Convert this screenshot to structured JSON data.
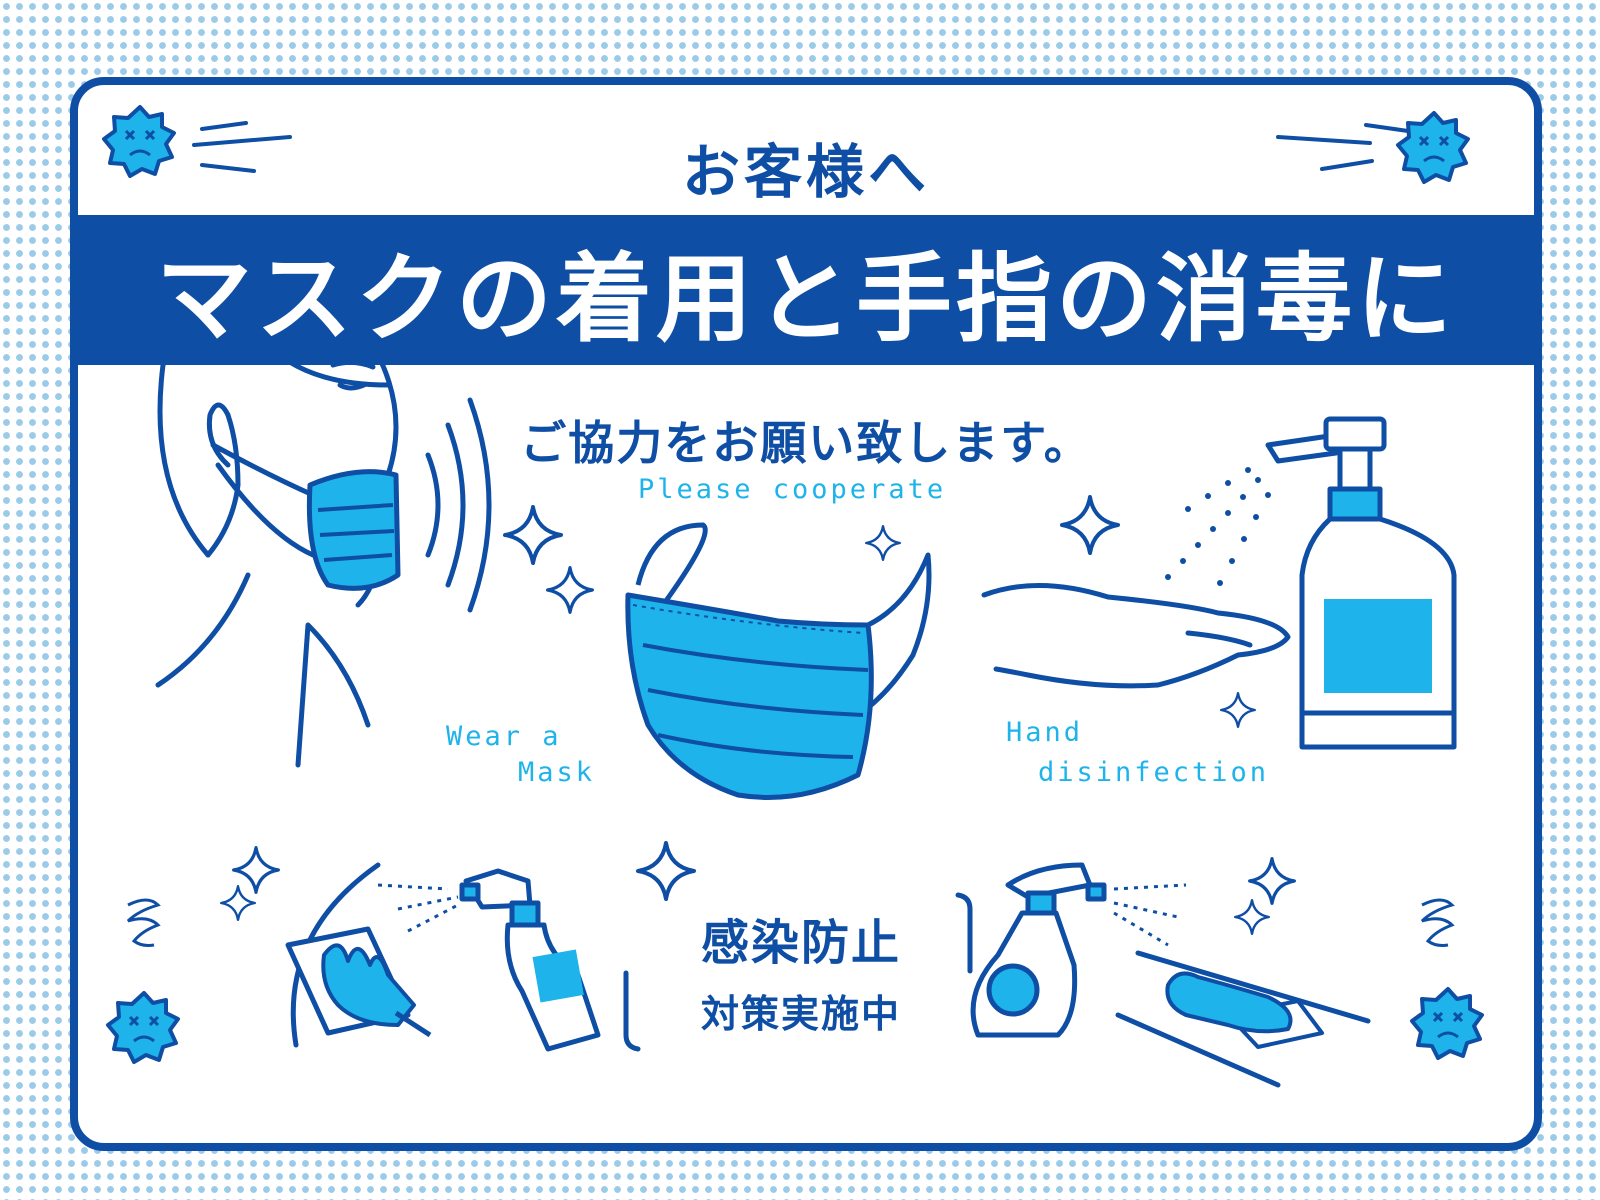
{
  "header": {
    "greeting": "お客様へ",
    "title": "マスクの着用と手指の消毒に",
    "request": "ご協力をお願い致します。"
  },
  "english": {
    "cooperate": "Please cooperate",
    "mask_line1": "Wear a",
    "mask_line2": "Mask",
    "hand_line1": "Hand",
    "hand_line2": "disinfection"
  },
  "badge": {
    "line1": "感染防止",
    "line2": "対策実施中"
  },
  "colors": {
    "navy": "#0e4ea5",
    "cyan": "#1eb3ea",
    "dots": "#9ccbe9"
  },
  "icons": [
    "virus-icon",
    "sparkle-icon",
    "face-mask-icon",
    "sanitizer-bottle-icon",
    "spray-bottle-icon",
    "gloved-hand-icon"
  ]
}
